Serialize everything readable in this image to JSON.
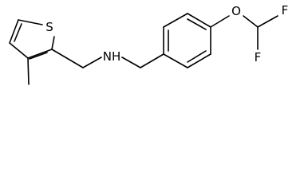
{
  "molecule": {
    "atoms": {
      "sulfur": "S",
      "amine": "NH",
      "oxygen": "O",
      "fluorine_top": "F",
      "fluorine_bottom": "F",
      "methyl": ""
    }
  }
}
